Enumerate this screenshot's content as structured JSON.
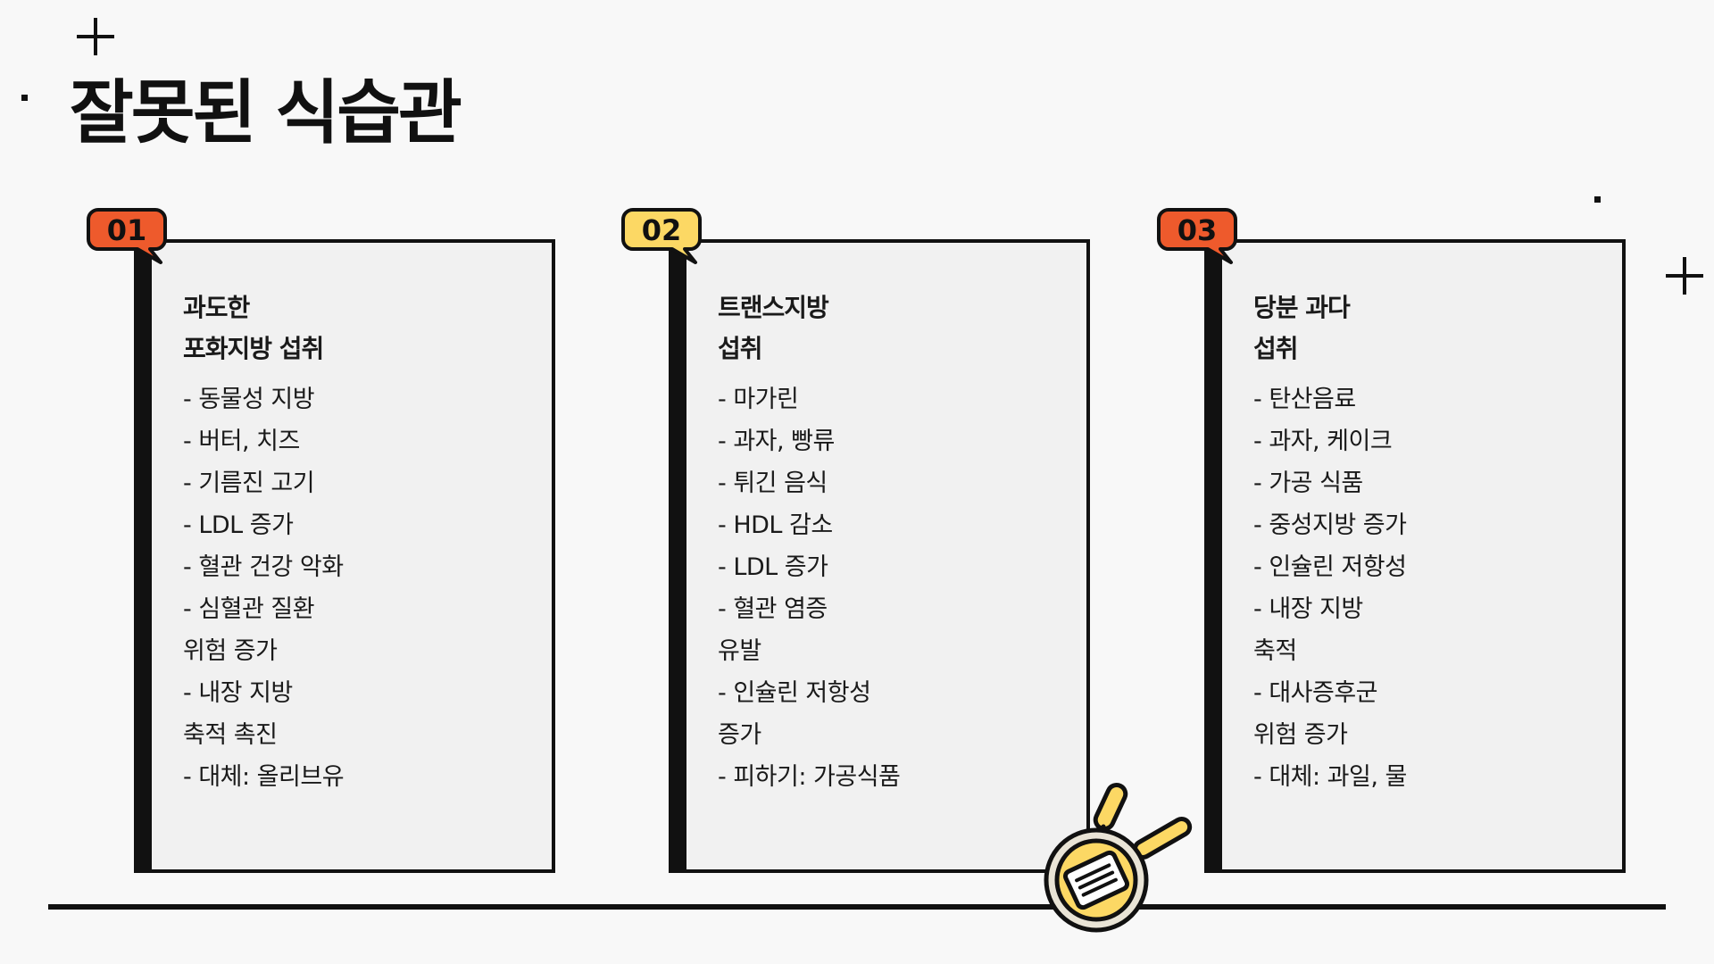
{
  "page": {
    "title": "잘못된 식습관"
  },
  "colors": {
    "background": "#f8f8f8",
    "card_fill": "#f1f1f1",
    "ink": "#111111",
    "orange_badge": "#ee5a2c",
    "yellow_badge": "#fcd864",
    "pan_yellow": "#fcd864"
  },
  "cards": [
    {
      "number": "01",
      "badge_color": "#ee5a2c",
      "heading": "과도한\n포화지방 섭취",
      "body": "- 동물성 지방\n- 버터, 치즈\n- 기름진 고기\n- LDL 증가\n- 혈관 건강 악화\n- 심혈관 질환\n위험 증가\n- 내장 지방\n축적 촉진\n- 대체: 올리브유"
    },
    {
      "number": "02",
      "badge_color": "#fcd864",
      "heading": "트랜스지방\n섭취",
      "body": "- 마가린\n- 과자, 빵류\n- 튀긴 음식\n- HDL 감소\n- LDL 증가\n- 혈관 염증\n유발\n- 인슐린 저항성\n증가\n- 피하기: 가공식품"
    },
    {
      "number": "03",
      "badge_color": "#ee5a2c",
      "heading": "당분 과다\n섭취",
      "body": "- 탄산음료\n- 과자, 케이크\n- 가공 식품\n- 중성지방 증가\n- 인슐린 저항성\n- 내장 지방\n축적\n- 대사증후군\n위험 증가\n- 대체: 과일, 물"
    }
  ],
  "icons": {
    "decor": "plus-icon",
    "illustration": "frying-pan-icon"
  }
}
